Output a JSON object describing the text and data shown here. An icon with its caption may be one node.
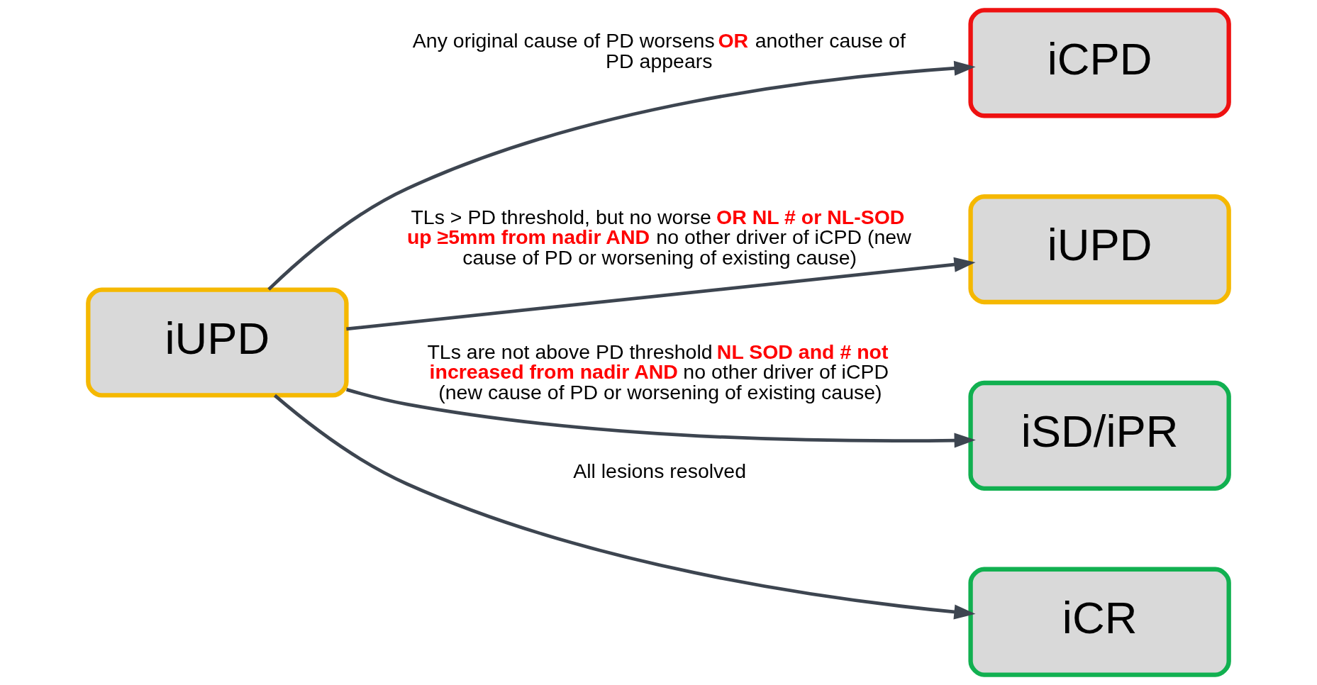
{
  "diagram": {
    "nodes": [
      {
        "text": [
          "iUPD"
        ]
      },
      {
        "text": [
          "iCPD"
        ]
      },
      {
        "text": [
          "iUPD"
        ]
      },
      {
        "text": [
          "iSD/iPR"
        ]
      },
      {
        "text": [
          "iCR"
        ]
      }
    ],
    "edges": [
      {
        "from": 0,
        "to": 1,
        "arrow": "to",
        "label": "Any original cause of PD worsens **OR** another cause of PD appears"
      },
      {
        "from": 0,
        "to": 2,
        "arrow": "to",
        "label": "TLs > PD threshold, but no worse **OR** **NL # or NL-SOD up ≥5mm from nadir** **AND** no other driver of iCPD (new cause of PD or worsening of existing cause)"
      },
      {
        "from": 0,
        "to": 3,
        "arrow": "to",
        "label": "TLs are not above PD threshold **NL SOD and # not increased from nadir** **AND** no other driver of iCPD (new cause of PD or worsening of existing cause)"
      },
      {
        "from": 0,
        "to": 4,
        "arrow": "to",
        "label": "All lesions resolved"
      }
    ]
  }
}
